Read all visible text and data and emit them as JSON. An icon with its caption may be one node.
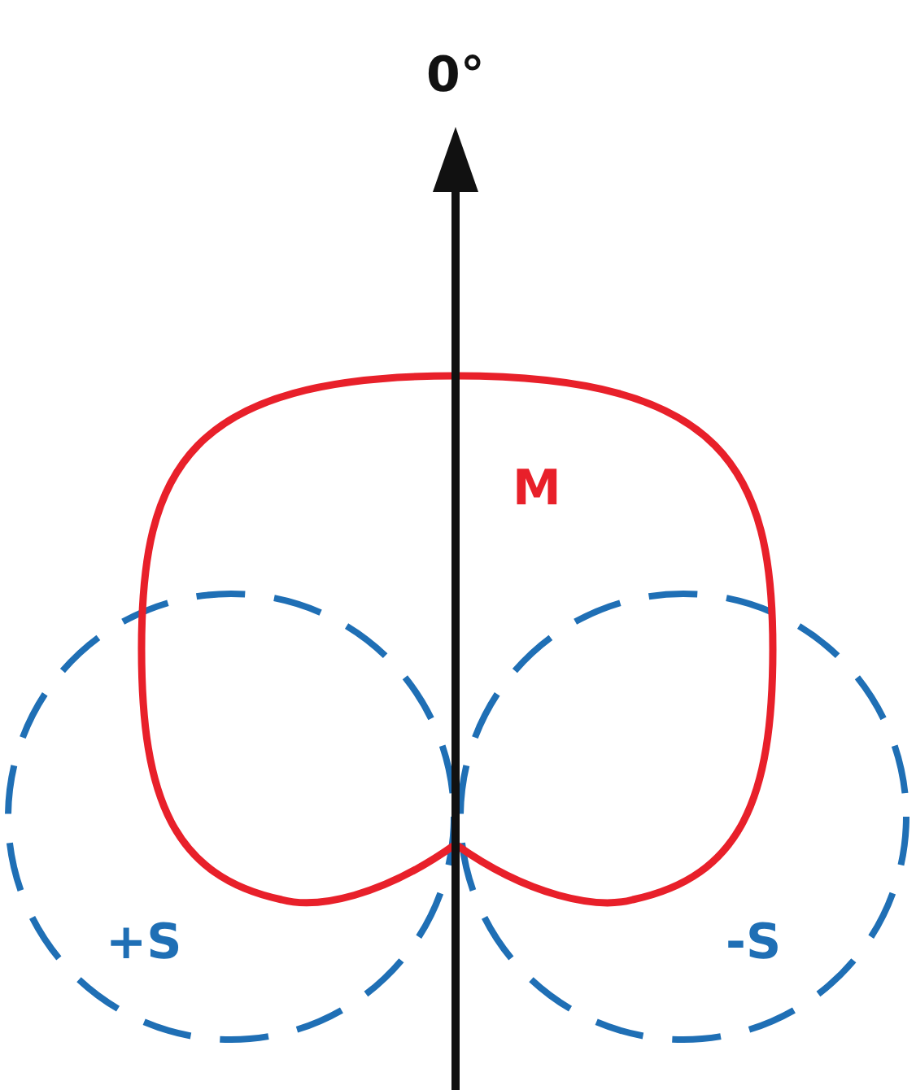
{
  "diagram": {
    "nodes": [
      {
        "text": [
          "M"
        ]
      },
      {
        "text": [
          "+S"
        ]
      },
      {
        "text": [
          "-S"
        ]
      }
    ],
    "labels": [
      "0°"
    ]
  }
}
